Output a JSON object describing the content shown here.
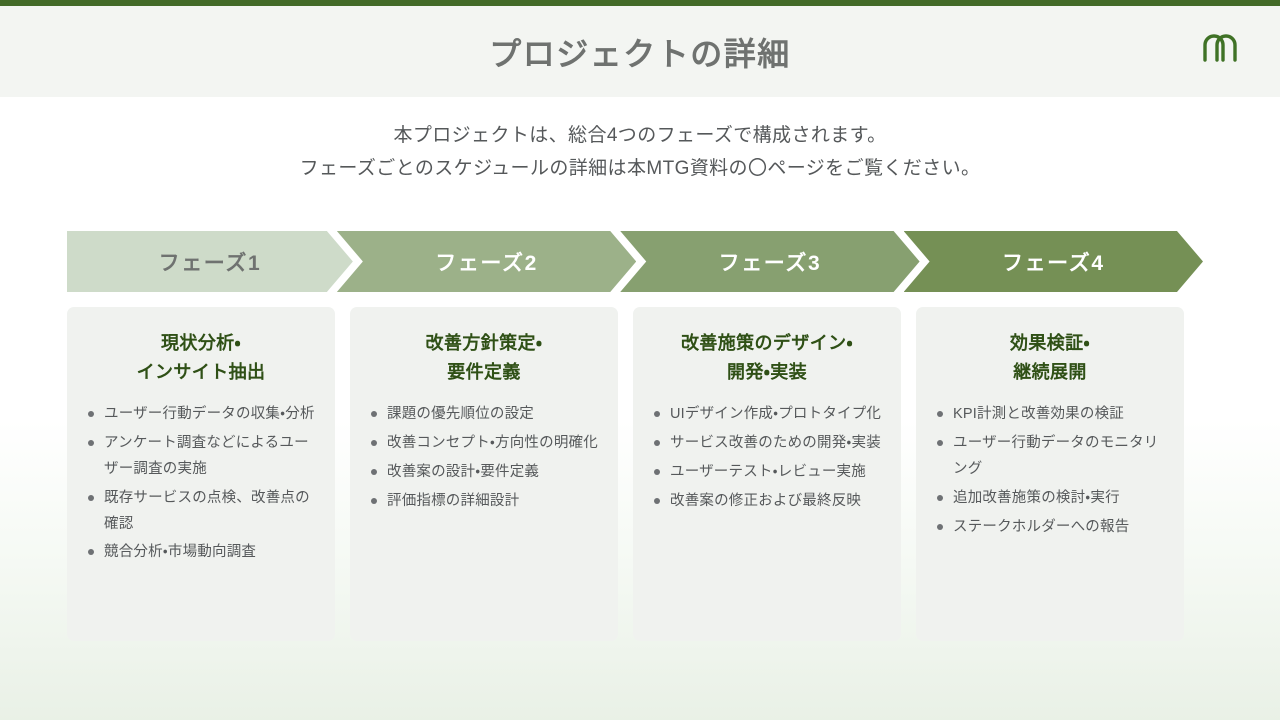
{
  "theme": {
    "accent_bar": "#436a28",
    "header_band": "#f3f5f2",
    "title_color": "#6f7270",
    "card_bg": "#f0f2ef",
    "card_title_color": "#2f5016",
    "body_text_color": "#56595b",
    "logo_color": "#3f7226"
  },
  "header": {
    "title": "プロジェクトの詳細",
    "logo_name": "company-m-logo"
  },
  "lead": {
    "line1": "本プロジェクトは、総合4つのフェーズで構成されます。",
    "line2": "フェーズごとのスケジュールの詳細は本MTG資料の〇ページをご覧ください。"
  },
  "phases": [
    {
      "label": "フェーズ1",
      "bar_color": "#cedbc9",
      "label_color": "#6f7270",
      "title_line1": "現状分析・",
      "title_line2": "インサイト抽出",
      "bullets": [
        "ユーザー行動データの収集・分析",
        "アンケート調査などによるユーザー調査の実施",
        "既存サービスの点検、改善点の確認",
        "競合分析・市場動向調査"
      ]
    },
    {
      "label": "フェーズ2",
      "bar_color": "#9cb189",
      "label_color": "#ffffff",
      "title_line1": "改善方針策定・",
      "title_line2": "要件定義",
      "bullets": [
        "課題の優先順位の設定",
        "改善コンセプト・方向性の明確化",
        "改善案の設計・要件定義",
        "評価指標の詳細設計"
      ]
    },
    {
      "label": "フェーズ3",
      "bar_color": "#87a070",
      "label_color": "#ffffff",
      "title_line1": "改善施策のデザイン・",
      "title_line2": "開発・実装",
      "bullets": [
        "UIデザイン作成・プロトタイプ化",
        "サービス改善のための開発・実装",
        "ユーザーテスト・レビュー実施",
        "改善案の修正および最終反映"
      ]
    },
    {
      "label": "フェーズ4",
      "bar_color": "#759055",
      "label_color": "#ffffff",
      "title_line1": "効果検証・",
      "title_line2": "継続展開",
      "bullets": [
        "KPI計測と改善効果の検証",
        "ユーザー行動データのモニタリング",
        "追加改善施策の検討・実行",
        "ステークホルダーへの報告"
      ]
    }
  ]
}
